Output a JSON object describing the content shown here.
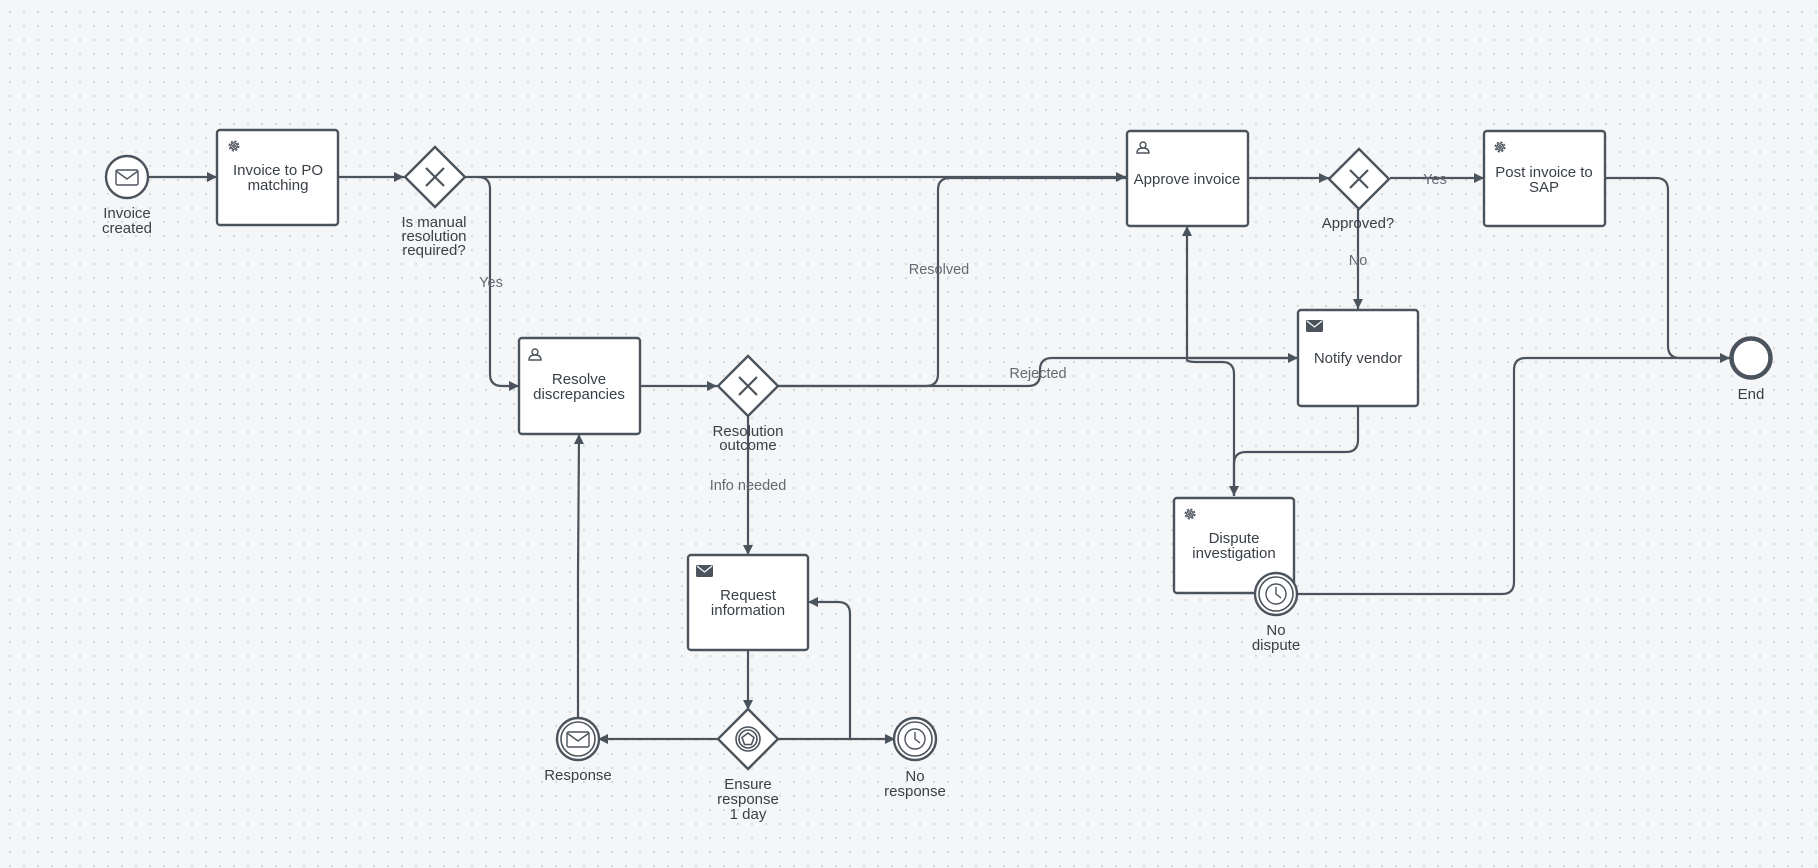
{
  "colors": {
    "canvas": "#f5f6f8",
    "stroke": "#4b535c",
    "text": "#3a4048",
    "edge_label": "#636a72",
    "shape_fill": "#ffffff"
  },
  "start_event": {
    "lines": [
      "Invoice",
      "created"
    ],
    "icon": "envelope-icon"
  },
  "tasks": {
    "invoice_po_matching": {
      "lines": [
        "Invoice to PO",
        "matching"
      ],
      "icon": "gear-icon"
    },
    "resolve_discrepancies": {
      "lines": [
        "Resolve",
        "discrepancies"
      ],
      "icon": "user-icon"
    },
    "request_information": {
      "lines": [
        "Request",
        "information"
      ],
      "icon": "envelope-icon"
    },
    "approve_invoice": {
      "lines": [
        "Approve invoice"
      ],
      "icon": "user-icon"
    },
    "post_invoice": {
      "lines": [
        "Post invoice to",
        "SAP"
      ],
      "icon": "gear-icon"
    },
    "notify_vendor": {
      "lines": [
        "Notify vendor"
      ],
      "icon": "envelope-icon"
    },
    "dispute_investigation": {
      "lines": [
        "Dispute",
        "investigation"
      ],
      "icon": "gear-icon"
    }
  },
  "gateways": {
    "manual_resolution": {
      "lines": [
        "Is manual",
        "resolution",
        "required?"
      ]
    },
    "resolution_outcome": {
      "lines": [
        "Resolution",
        "outcome"
      ]
    },
    "approved": {
      "lines": [
        "Approved?"
      ]
    },
    "ensure_response": {
      "lines": [
        "Ensure",
        "response",
        "1 day"
      ]
    }
  },
  "events": {
    "response": {
      "lines": [
        "Response"
      ],
      "icon": "envelope-icon"
    },
    "no_response": {
      "lines": [
        "No",
        "response"
      ],
      "icon": "timer-icon"
    },
    "no_dispute": {
      "lines": [
        "No",
        "dispute"
      ],
      "icon": "timer-icon"
    },
    "end": {
      "lines": [
        "End"
      ]
    }
  },
  "edge_labels": {
    "manual_yes": "Yes",
    "resolved": "Resolved",
    "rejected": "Rejected",
    "info_needed": "Info needed",
    "approved_yes": "Yes",
    "approved_no": "No"
  }
}
